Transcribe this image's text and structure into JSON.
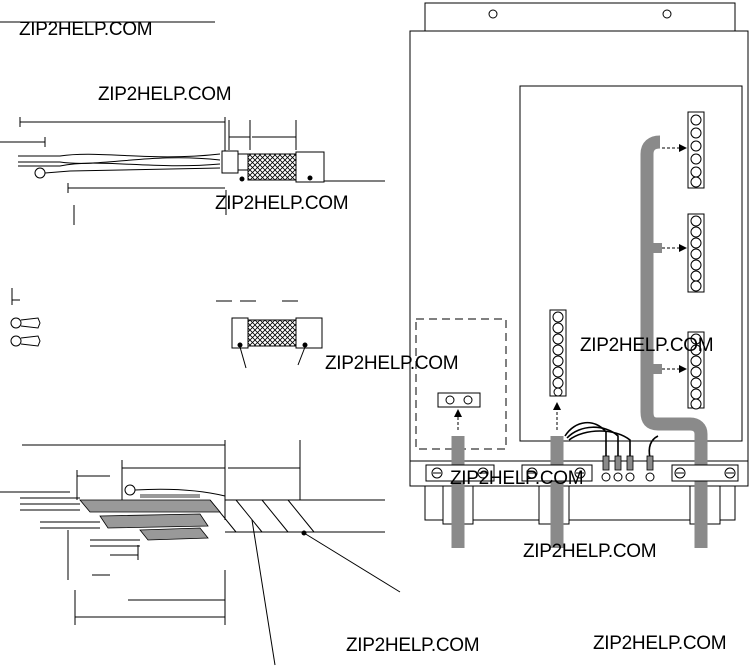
{
  "watermarks": [
    "ZIP2HELP.COM",
    "ZIP2HELP.COM",
    "ZIP2HELP.COM",
    "ZIP2HELP.COM",
    "ZIP2HELP.COM",
    "ZIP2HELP.COM",
    "ZIP2HELP.COM",
    "ZIP2HELP.COM",
    "ZIP2HELP.COM"
  ],
  "colors": {
    "line": "#000000",
    "cable": "#8a8a8a",
    "shield": "#999999",
    "background": "#ffffff"
  },
  "icons": [
    "screw-terminal-icon",
    "ring-terminal-icon",
    "mounting-hole-icon"
  ]
}
